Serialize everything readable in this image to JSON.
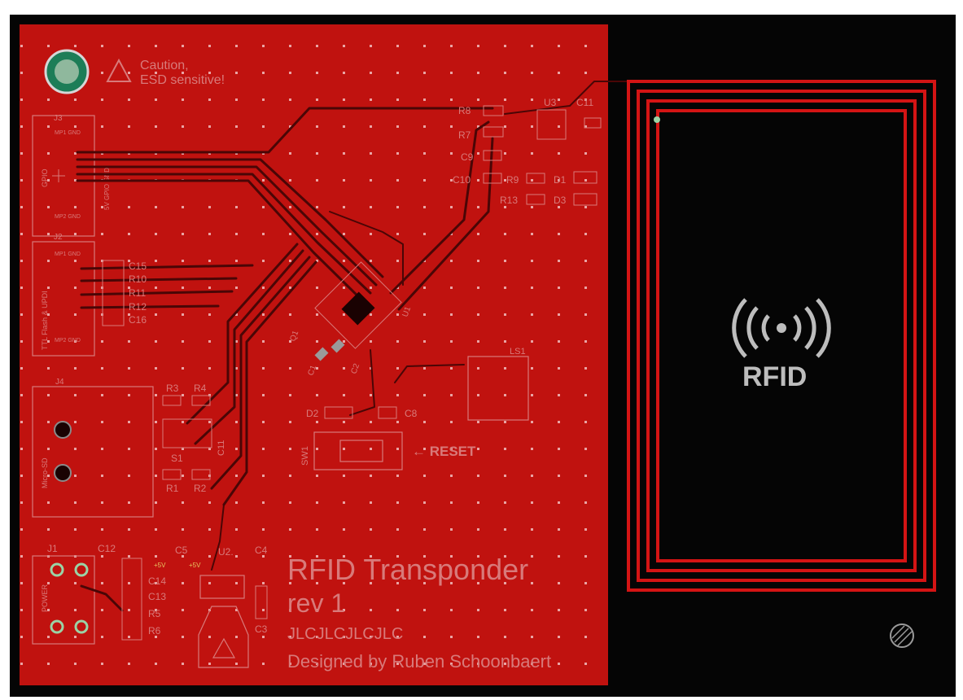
{
  "board": {
    "colors": {
      "copper": "#c0120f",
      "void": "#050505",
      "silk": "#d87a7a",
      "trace": "#4a0606",
      "pad": "#c9c9c9",
      "coil": "#d41414"
    },
    "esd": {
      "line1": "Caution,",
      "line2": "ESD sensitive!",
      "icon": "esd-warning-icon"
    },
    "title": {
      "line1": "RFID Transponder",
      "line2": "rev 1",
      "order_mark": "JLCJLCJLCJLC",
      "credit": "Designed by Ruben Schoonbaert"
    },
    "rfid_logo": {
      "text": "RFID",
      "icon": "rfid-waves-icon"
    },
    "reset_label": "← RESET",
    "connectors": {
      "j3": {
        "ref": "J3",
        "side": "GPIO",
        "pin_top": "MP1 GND",
        "pin_bottom": "MP2 GND",
        "labels": "5V GPIO GND"
      },
      "j2": {
        "ref": "J2",
        "side": "TTL Flash & UPDI",
        "pin_top": "MP1 GND",
        "pin_bottom": "MP2 GND"
      },
      "j4": {
        "ref": "J4",
        "side": "Micro-SD"
      },
      "j1": {
        "ref": "J1",
        "side": "POWER"
      }
    },
    "refdes": {
      "r8": "R8",
      "r7": "R7",
      "u3": "U3",
      "c11": "C11",
      "c9": "C9",
      "c10": "C10",
      "r9": "R9",
      "d1": "D1",
      "r13": "R13",
      "d3": "D3",
      "c15": "C15",
      "r10": "R10",
      "r11": "R11",
      "r12": "R12",
      "c16": "C16",
      "u1": "U1",
      "q1": "Q1",
      "c1": "C1",
      "c2": "C2",
      "ls1": "LS1",
      "r3": "R3",
      "r4": "R4",
      "s1": "S1",
      "c11b": "C11",
      "r1": "R1",
      "r2": "R2",
      "d2": "D2",
      "c8": "C8",
      "sw1": "SW1",
      "c12": "C12",
      "c5": "C5",
      "u2": "U2.",
      "c4": "C4",
      "c14": "C14",
      "c13": "C13",
      "r5": "R5",
      "r6": "R6",
      "c3": "C3",
      "p5v_a": "+5V",
      "p5v_b": "+5V"
    }
  }
}
